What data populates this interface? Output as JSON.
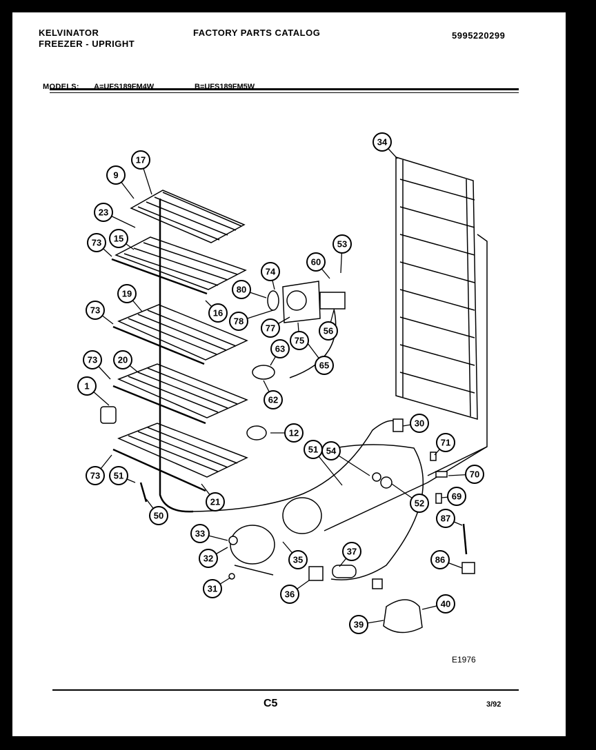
{
  "header": {
    "brand": "KELVINATOR",
    "product": "FREEZER - UPRIGHT",
    "catalog_title": "FACTORY PARTS CATALOG",
    "catalog_number": "5995220299"
  },
  "models": {
    "label": "MODELS:",
    "a": "A=UFS189FM4W",
    "b": "B=UFS189FM5W"
  },
  "diagram": {
    "code": "E1976",
    "callouts": [
      "1",
      "9",
      "12",
      "15",
      "16",
      "17",
      "19",
      "20",
      "21",
      "23",
      "30",
      "31",
      "32",
      "33",
      "34",
      "35",
      "36",
      "37",
      "39",
      "40",
      "50",
      "51",
      "51",
      "52",
      "53",
      "54",
      "56",
      "60",
      "62",
      "63",
      "65",
      "69",
      "70",
      "71",
      "73",
      "73",
      "73",
      "73",
      "74",
      "75",
      "77",
      "78",
      "80",
      "86",
      "87"
    ]
  },
  "footer": {
    "page": "C5",
    "date": "3/92"
  }
}
